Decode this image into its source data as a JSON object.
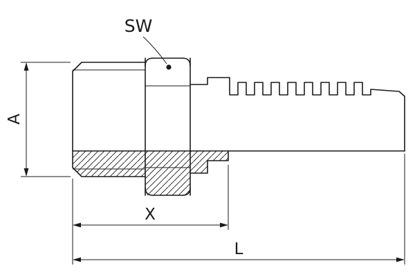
{
  "drawing": {
    "type": "technical-drawing-hose-fitting",
    "labels": {
      "wrench_size": "SW",
      "diameter": "A",
      "cutoff_length": "X",
      "overall_length": "L"
    },
    "colors": {
      "line": "#1a1a1a",
      "background": "#ffffff"
    }
  }
}
